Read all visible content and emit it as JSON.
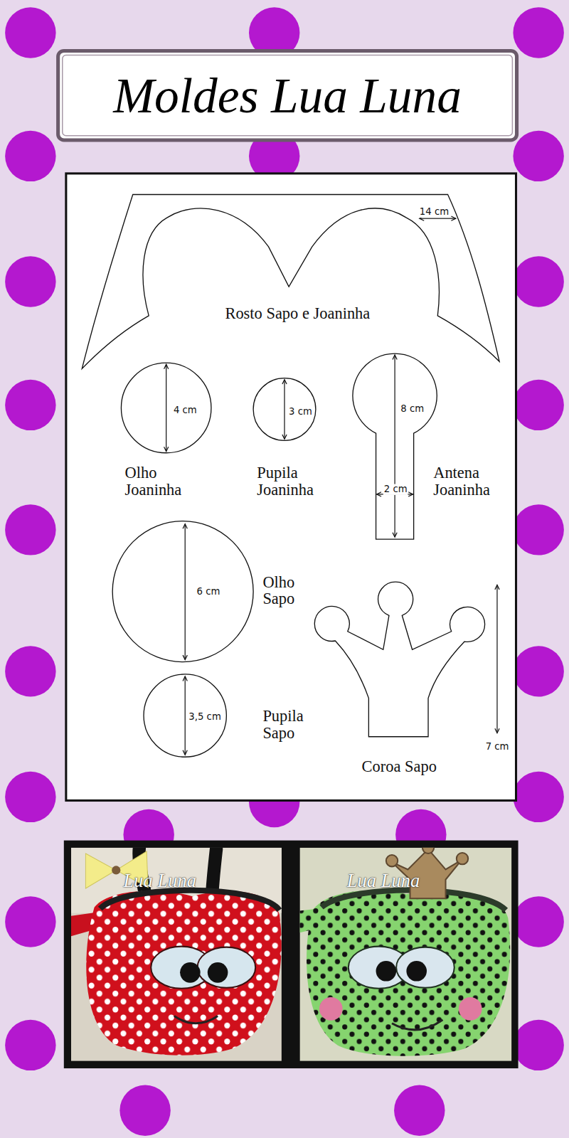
{
  "diagram": {
    "title": "Moldes Lua Luna",
    "nodes": [
      {
        "text": [
          "14 cm",
          "Rosto Sapo e Joaninha"
        ]
      },
      {
        "text": [
          "4 cm",
          "Olho Joaninha"
        ]
      },
      {
        "text": [
          "3 cm",
          "Pupila Joaninha"
        ]
      },
      {
        "text": [
          "8 cm",
          "2 cm",
          "Antena Joaninha"
        ]
      },
      {
        "text": [
          "6 cm",
          "Olho Sapo"
        ]
      },
      {
        "text": [
          "3,5 cm",
          "Pupila Sapo"
        ]
      },
      {
        "text": [
          "7 cm",
          "Coroa Sapo"
        ]
      }
    ],
    "labels": [
      "Lua Luna",
      "Lua Luna"
    ]
  }
}
